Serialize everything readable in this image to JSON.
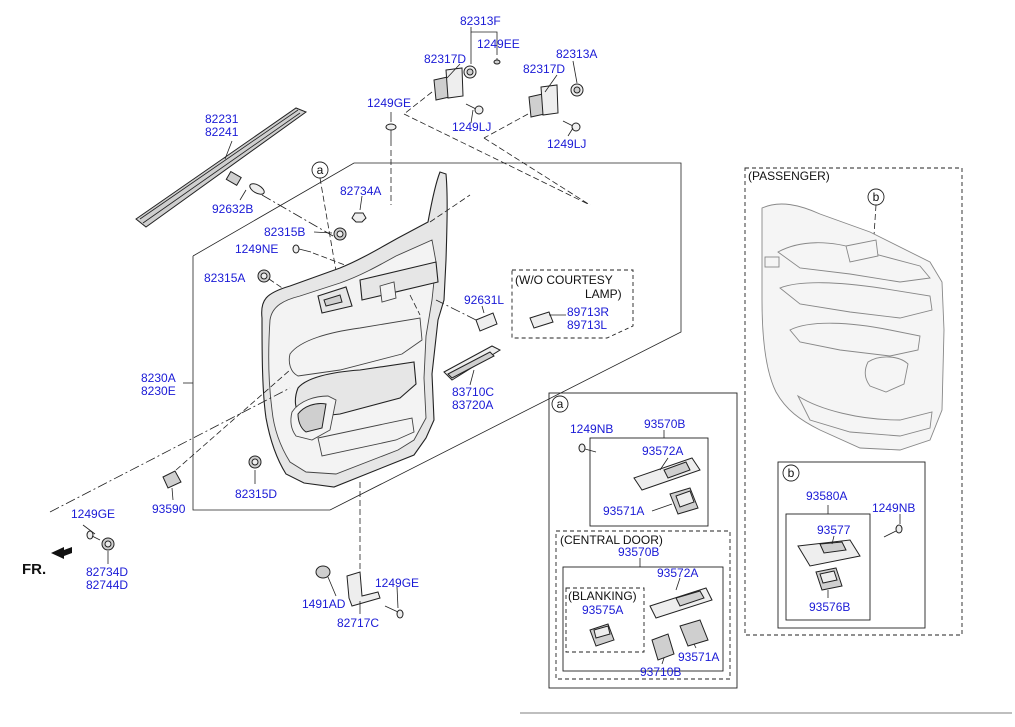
{
  "labels": {
    "l82313F": "82313F",
    "l1249EE": "1249EE",
    "l82317D_1": "82317D",
    "l82313A": "82313A",
    "l82317D_2": "82317D",
    "l1249GE_top": "1249GE",
    "l1249LJ_1": "1249LJ",
    "l1249LJ_2": "1249LJ",
    "l82231": "82231",
    "l82241": "82241",
    "l92632B": "92632B",
    "l82734A": "82734A",
    "l82315B": "82315B",
    "l1249NE": "1249NE",
    "l82315A": "82315A",
    "l92631L": "92631L",
    "l89713R": "89713R",
    "l89713L": "89713L",
    "l8230A": "8230A",
    "l8230E": "8230E",
    "l83710C": "83710C",
    "l83720A": "83720A",
    "l82315D": "82315D",
    "l93590": "93590",
    "l1249GE_left": "1249GE",
    "l82734D": "82734D",
    "l82744D": "82744D",
    "l1491AD": "1491AD",
    "l1249GE_bottom": "1249GE",
    "l82717C": "82717C",
    "l1249NB_a": "1249NB",
    "l93570B": "93570B",
    "l93572A": "93572A",
    "l93571A": "93571A",
    "l93570B_c": "93570B",
    "l93572A_c": "93572A",
    "l93575A": "93575A",
    "l93571A_c": "93571A",
    "l93710B": "93710B",
    "l93580A": "93580A",
    "l1249NB_b": "1249NB",
    "l93577": "93577",
    "l93576B": "93576B"
  },
  "notes": {
    "wo_courtesy_1": "(W/O COURTESY",
    "wo_courtesy_2": "LAMP)",
    "passenger": "(PASSENGER)",
    "central_door": "(CENTRAL DOOR)",
    "blanking": "(BLANKING)"
  },
  "callouts": {
    "a_main": "a",
    "b_pass": "b",
    "a_box": "a",
    "b_box": "b"
  },
  "direction": "FR.",
  "colors": {
    "label": "#1a1ad6",
    "line": "#222222"
  }
}
